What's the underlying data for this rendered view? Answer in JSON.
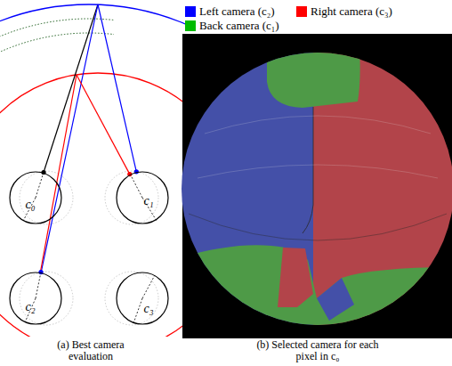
{
  "diagram": {
    "nodes": [
      {
        "text": [
          "c₀"
        ]
      },
      {
        "text": [
          "c₁"
        ]
      },
      {
        "text": [
          "c₂"
        ]
      },
      {
        "text": [
          "c₃"
        ]
      }
    ],
    "labels": [
      "(a) Best camera evaluation",
      "(b) Selected camera for each pixel in c₀"
    ],
    "legend": [
      {
        "text": "Left camera (c₂)",
        "color": "#0000ff"
      },
      {
        "text": "Right camera (c₃)",
        "color": "#ff0000"
      },
      {
        "text": "Back camera (c₁)",
        "color": "#00bb00"
      }
    ]
  }
}
